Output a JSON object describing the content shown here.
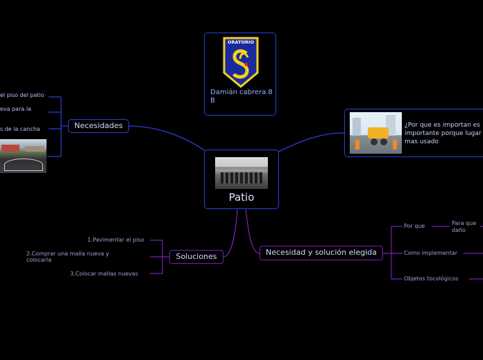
{
  "central": {
    "title": "Patio"
  },
  "logo_card": {
    "logo_text": "ORATORIO",
    "caption": "Damián cabrera 8 B"
  },
  "necesidades": {
    "label": "Necesidades",
    "items": [
      "el piso del patio",
      "eva para la",
      "s de la cancha"
    ]
  },
  "importance": {
    "text": "¿Por que es importan es importante porque lugar mas usado"
  },
  "soluciones": {
    "label": "Soluciones",
    "items": [
      "1.Pavimentar el piso",
      "2.Comprar una malla nueva y colocarla",
      "3.Colocar mallas nuevas"
    ]
  },
  "elegida": {
    "label": "Necesidad y solución elegida",
    "items": [
      "Por que",
      "Como implementar",
      "Objetos tocológicos"
    ],
    "sub_item": "Para que daño"
  },
  "colors": {
    "blue": "#2c3fe0",
    "purple": "#7a1fb6",
    "background": "#000000"
  }
}
